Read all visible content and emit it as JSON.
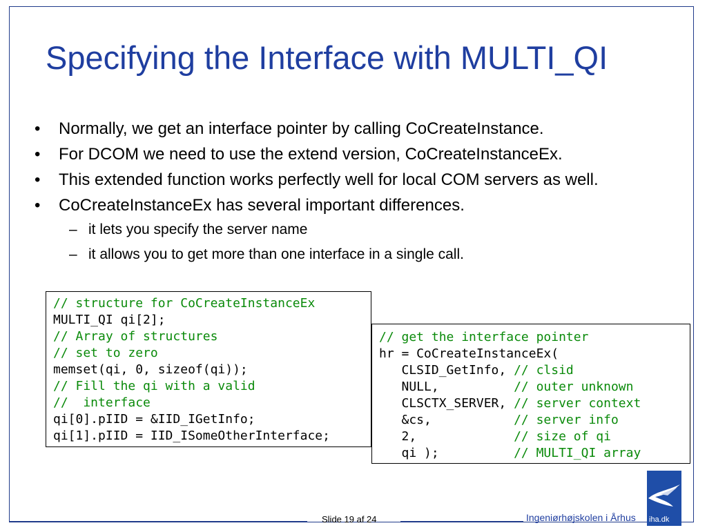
{
  "title": "Specifying the Interface with MULTI_QI",
  "bullets": [
    "Normally, we get an interface pointer by calling CoCreateInstance.",
    "For DCOM we need to use the extend version, CoCreateInstanceEx.",
    "This extended function works perfectly well for local COM servers as well.",
    "CoCreateInstanceEx has several important differences."
  ],
  "sub_bullets": [
    "it lets you specify the server name",
    "it allows you to get more than one interface in a single call."
  ],
  "bullet_symbol": "•",
  "dash_symbol": "–",
  "code_left": [
    {
      "text": "// structure for CoCreateInstanceEx",
      "comment": true
    },
    {
      "text": "MULTI_QI qi[2];",
      "comment": false
    },
    {
      "text": "// Array of structures",
      "comment": true
    },
    {
      "text": "// set to zero",
      "comment": true
    },
    {
      "text": "memset(qi, 0, sizeof(qi));",
      "comment": false
    },
    {
      "text": "// Fill the qi with a valid",
      "comment": true
    },
    {
      "text": "//  interface",
      "comment": true
    },
    {
      "text": "qi[0].pIID = &IID_IGetInfo;",
      "comment": false
    },
    {
      "text": "qi[1].pIID = IID_ISomeOtherInterface;",
      "comment": false
    }
  ],
  "code_right": [
    {
      "code": "",
      "comment": "// get the interface pointer"
    },
    {
      "code": "hr = CoCreateInstanceEx(",
      "comment": ""
    },
    {
      "code": "   CLSID_GetInfo, ",
      "comment": "// clsid"
    },
    {
      "code": "   NULL,          ",
      "comment": "// outer unknown"
    },
    {
      "code": "   CLSCTX_SERVER, ",
      "comment": "// server context"
    },
    {
      "code": "   &cs,           ",
      "comment": "// server info"
    },
    {
      "code": "   2,             ",
      "comment": "// size of qi"
    },
    {
      "code": "   qi );          ",
      "comment": "// MULTI_QI array"
    }
  ],
  "footer": {
    "slide_label": "Slide 19 af  24",
    "school": "Ingeniørhøjskolen i Århus",
    "logo_text": "iha.dk"
  },
  "colors": {
    "title": "#1f3ea0",
    "comment": "#0a8a0a",
    "frame": "#1f3a8a"
  }
}
